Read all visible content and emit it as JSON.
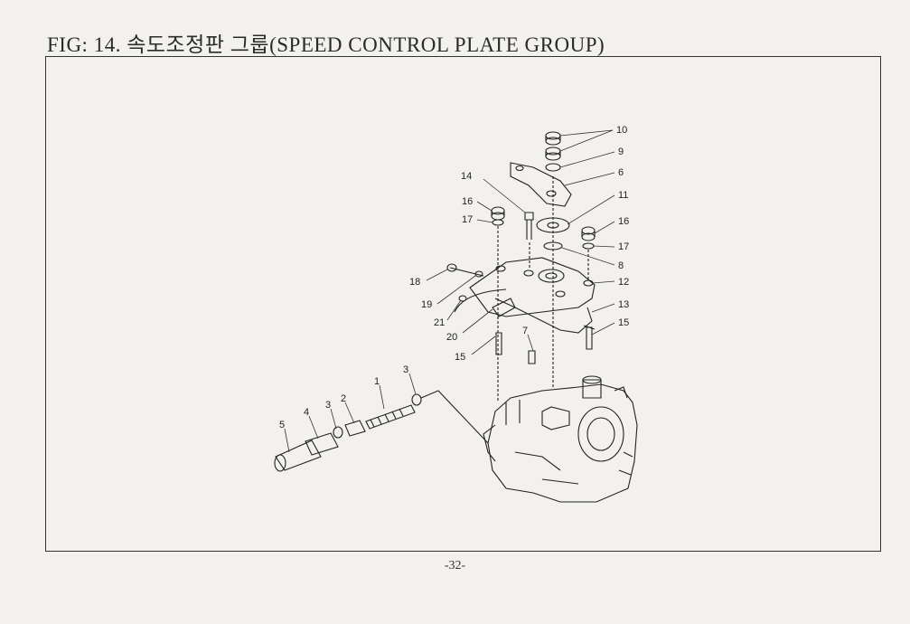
{
  "document": {
    "title": "FIG: 14. 속도조정판 그룹(SPEED CONTROL PLATE GROUP)",
    "page_number": "-32-"
  },
  "callouts": [
    {
      "id": "c10",
      "text": "10"
    },
    {
      "id": "c9",
      "text": "9"
    },
    {
      "id": "c6",
      "text": "6"
    },
    {
      "id": "c11",
      "text": "11"
    },
    {
      "id": "c16r",
      "text": "16"
    },
    {
      "id": "c17r",
      "text": "17"
    },
    {
      "id": "c8",
      "text": "8"
    },
    {
      "id": "c12",
      "text": "12"
    },
    {
      "id": "c13",
      "text": "13"
    },
    {
      "id": "c15r",
      "text": "15"
    },
    {
      "id": "c14",
      "text": "14"
    },
    {
      "id": "c16l",
      "text": "16"
    },
    {
      "id": "c17l",
      "text": "17"
    },
    {
      "id": "c18",
      "text": "18"
    },
    {
      "id": "c19",
      "text": "19"
    },
    {
      "id": "c21",
      "text": "21"
    },
    {
      "id": "c20",
      "text": "20"
    },
    {
      "id": "c15l",
      "text": "15"
    },
    {
      "id": "c7",
      "text": "7"
    },
    {
      "id": "c3t",
      "text": "3"
    },
    {
      "id": "c1",
      "text": "1"
    },
    {
      "id": "c2",
      "text": "2"
    },
    {
      "id": "c3b",
      "text": "3"
    },
    {
      "id": "c4",
      "text": "4"
    },
    {
      "id": "c5",
      "text": "5"
    }
  ]
}
